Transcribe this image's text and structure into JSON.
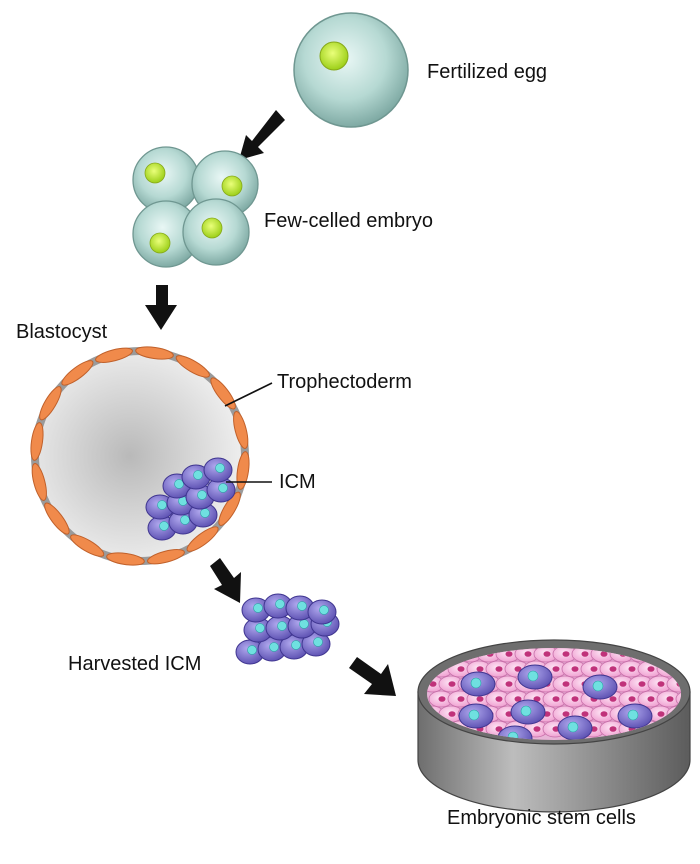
{
  "labels": {
    "fertilized_egg": "Fertilized egg",
    "few_celled_embryo": "Few-celled embryo",
    "blastocyst": "Blastocyst",
    "trophectoderm": "Trophectoderm",
    "icm": "ICM",
    "harvested_icm": "Harvested ICM",
    "embryonic_stem_cells": "Embryonic stem cells"
  },
  "colors": {
    "egg_cytoplasm": "#9fc9c3",
    "nucleus_green": "#c8e63c",
    "trophectoderm_orange": "#f08a4b",
    "icm_purple": "#7b6fc8",
    "icm_nucleus_cyan": "#6fe0e0",
    "stem_cell_pink": "#f3a6d6",
    "dish_gray": "#8c8c8c",
    "arrow_black": "#111111"
  }
}
